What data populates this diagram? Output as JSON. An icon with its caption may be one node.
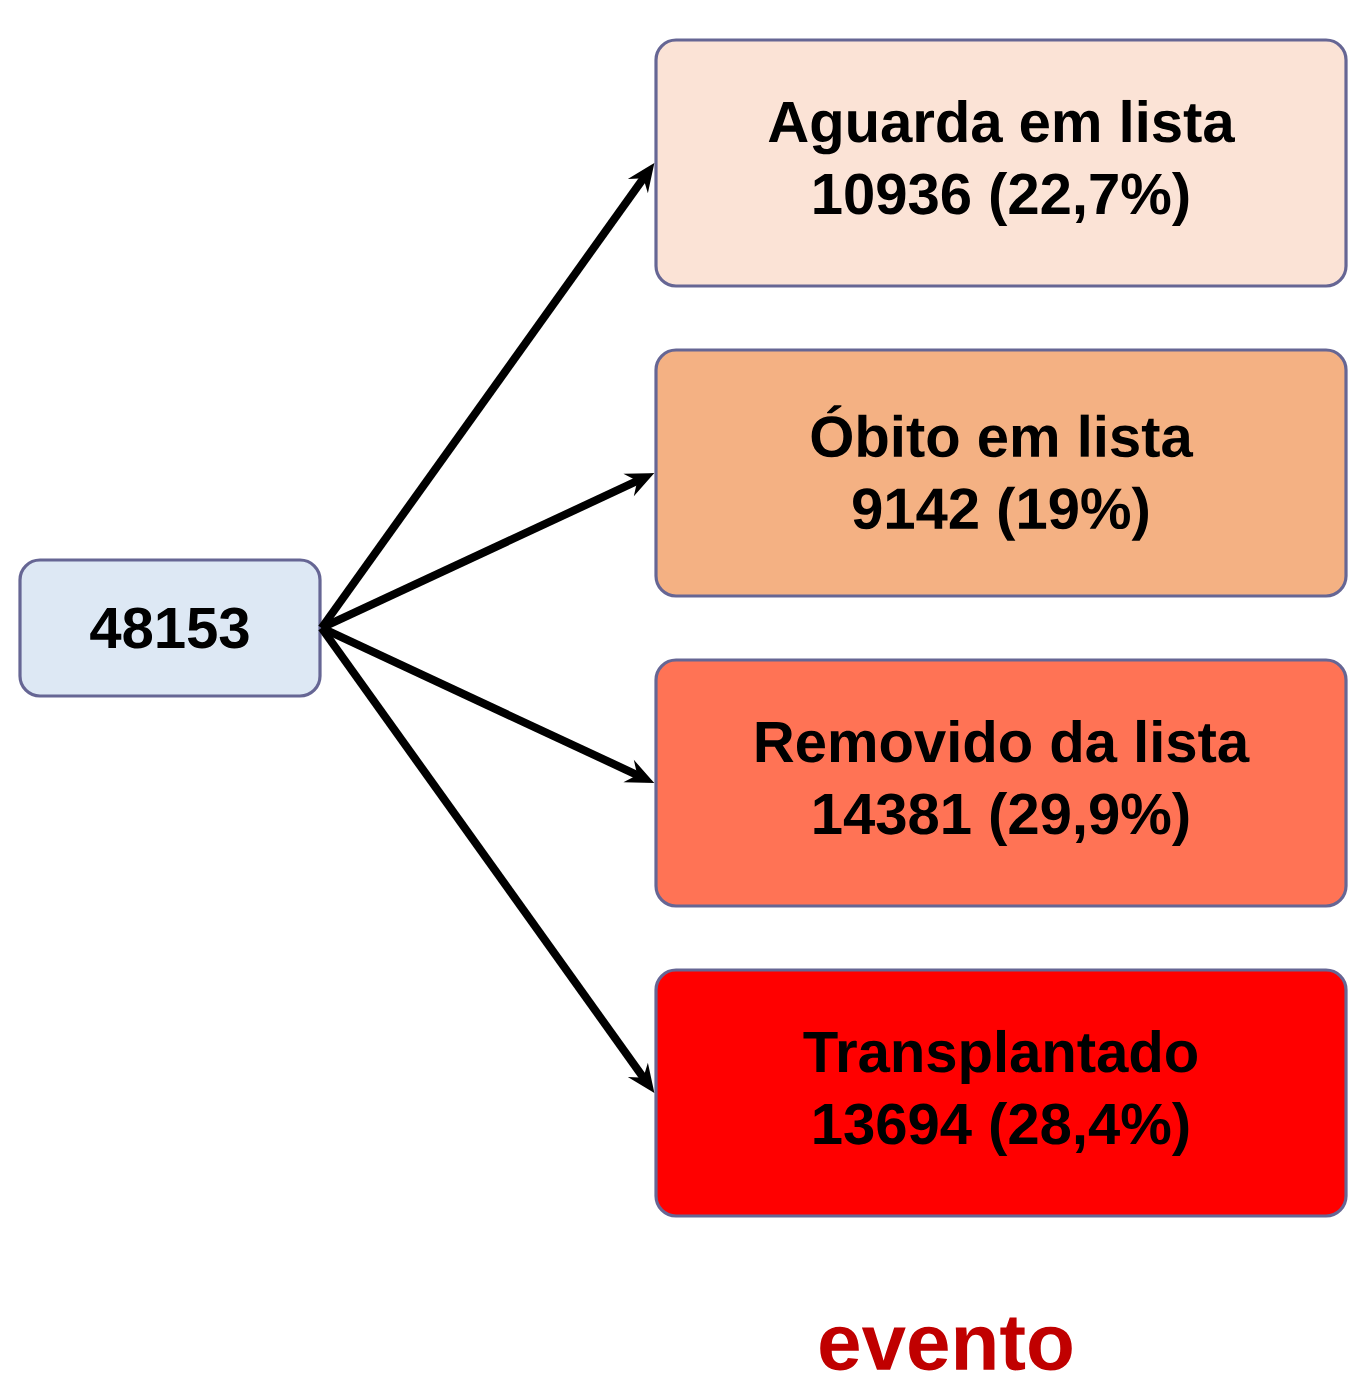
{
  "diagram": {
    "nodes": [
      {
        "text": [
          "48153"
        ]
      },
      {
        "text": [
          "Aguarda em lista",
          "10936 (22,7%)"
        ]
      },
      {
        "text": [
          "Óbito em lista",
          "9142 (19%)"
        ]
      },
      {
        "text": [
          "Removido da lista",
          "14381 (29,9%)"
        ]
      },
      {
        "text": [
          "Transplantado",
          "13694 (28,4%)"
        ]
      }
    ],
    "edges": [
      {
        "from": 0,
        "to": 1,
        "arrow": "to"
      },
      {
        "from": 0,
        "to": 2,
        "arrow": "to"
      },
      {
        "from": 0,
        "to": 3,
        "arrow": "to"
      },
      {
        "from": 0,
        "to": 4,
        "arrow": "to"
      }
    ],
    "labels": [
      "evento"
    ]
  }
}
